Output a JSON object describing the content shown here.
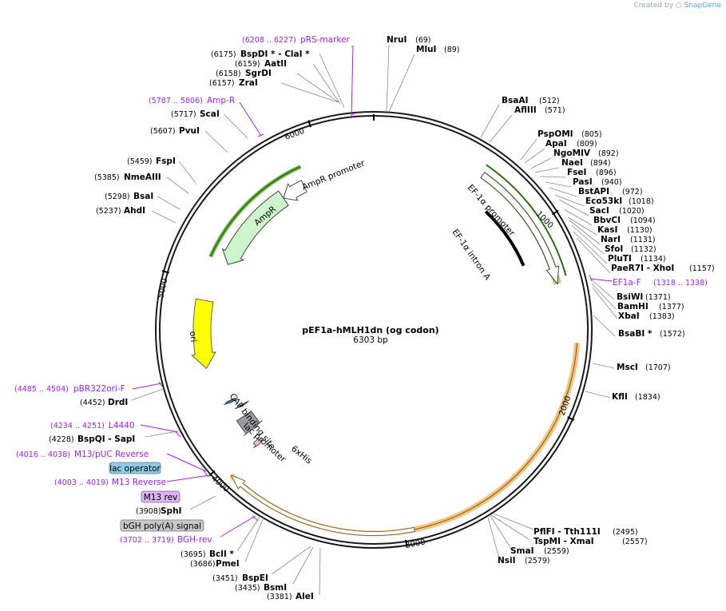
{
  "credit": {
    "prefix": "Created by",
    "brand": "SnapGene"
  },
  "plasmid": {
    "name": "pEF1a-hMLH1dn (og codon)",
    "size": "6303 bp",
    "length": 6303
  },
  "ticks": [
    "1000",
    "2000",
    "3000",
    "4000",
    "5000",
    "6000"
  ],
  "enzymes": [
    {
      "name": "NruI",
      "pos": "(69)"
    },
    {
      "name": "MluI",
      "pos": "(89)"
    },
    {
      "name": "BsaAI",
      "pos": "(512)"
    },
    {
      "name": "AflIII",
      "pos": "(571)"
    },
    {
      "name": "PspOMI",
      "pos": "(805)"
    },
    {
      "name": "ApaI",
      "pos": "(809)"
    },
    {
      "name": "NgoMIV",
      "pos": "(892)"
    },
    {
      "name": "NaeI",
      "pos": "(894)"
    },
    {
      "name": "FseI",
      "pos": "(896)"
    },
    {
      "name": "PasI",
      "pos": "(940)"
    },
    {
      "name": "BstAPI",
      "pos": "(972)"
    },
    {
      "name": "Eco53kI",
      "pos": "(1018)"
    },
    {
      "name": "SacI",
      "pos": "(1020)"
    },
    {
      "name": "BbvCI",
      "pos": "(1094)"
    },
    {
      "name": "KasI",
      "pos": "(1130)"
    },
    {
      "name": "NarI",
      "pos": "(1131)"
    },
    {
      "name": "SfoI",
      "pos": "(1132)"
    },
    {
      "name": "PluTI",
      "pos": "(1134)"
    },
    {
      "name": "PaeR7I  - XhoI",
      "pos": "(1157)"
    },
    {
      "name": "BsiWI",
      "pos": "(1371)"
    },
    {
      "name": "BamHI",
      "pos": "(1377)"
    },
    {
      "name": "XbaI",
      "pos": "(1383)"
    },
    {
      "name": "BsaBI *",
      "pos": "(1572)"
    },
    {
      "name": "MscI",
      "pos": "(1707)"
    },
    {
      "name": "KflI",
      "pos": "(1834)"
    },
    {
      "name": "PflFI  - Tth111I",
      "pos": "(2495)"
    },
    {
      "name": "TspMI  - XmaI",
      "pos": "(2557)"
    },
    {
      "name": "SmaI",
      "pos": "(2559)"
    },
    {
      "name": "NsiI",
      "pos": "(2579)"
    },
    {
      "name": "AleI",
      "pos": "(3381)"
    },
    {
      "name": "BsmI",
      "pos": "(3435)"
    },
    {
      "name": "BspEI",
      "pos": "(3451)"
    },
    {
      "name": "PmeI",
      "pos": "(3686)"
    },
    {
      "name": "BclI *",
      "pos": "(3695)"
    },
    {
      "name": "SphI",
      "pos": "(3908)"
    },
    {
      "name": "BspQI  - SapI",
      "pos": "(4228)"
    },
    {
      "name": "DrdI",
      "pos": "(4452)"
    },
    {
      "name": "AhdI",
      "pos": "(5237)"
    },
    {
      "name": "BsaI",
      "pos": "(5298)"
    },
    {
      "name": "NmeAIII",
      "pos": "(5385)"
    },
    {
      "name": "FspI",
      "pos": "(5459)"
    },
    {
      "name": "PvuI",
      "pos": "(5607)"
    },
    {
      "name": "ScaI",
      "pos": "(5717)"
    },
    {
      "name": "ZraI",
      "pos": "(6157)"
    },
    {
      "name": "SgrDI",
      "pos": "(6158)"
    },
    {
      "name": "AatII",
      "pos": "(6159)"
    },
    {
      "name": "BspDI *  - ClaI *",
      "pos": "(6175)"
    }
  ],
  "primers": [
    {
      "name": "pRS-marker",
      "range": "(6208 .. 6227)"
    },
    {
      "name": "Amp-R",
      "range": "(5787 .. 5806)"
    },
    {
      "name": "EF1a-F",
      "range": "(1318 .. 1338)"
    },
    {
      "name": "pBR322ori-F",
      "range": "(4485 .. 4504)"
    },
    {
      "name": "L4440",
      "range": "(4234 .. 4251)"
    },
    {
      "name": "M13/pUC Reverse",
      "range": "(4016 .. 4038)"
    },
    {
      "name": "M13 Reverse",
      "range": "(4003 .. 4019)"
    },
    {
      "name": "BGH-rev",
      "range": "(3702 .. 3719)"
    }
  ],
  "feature_boxes": [
    "lac operator",
    "M13 rev",
    "bGH poly(A) signal"
  ],
  "features": [
    "AmpR promoter",
    "AmpR",
    "ori",
    "EF-1α promoter",
    "EF-1α intron A",
    "CAP binding site",
    "lac promoter",
    "6xHis"
  ],
  "colors": {
    "backbone": "#1a1a1a",
    "ampr": "#ccf5cc",
    "ori": "#ffff00",
    "orf_highlight": "#f5c27a",
    "primer": "#a020f0",
    "promoter": "#ffffff",
    "lac_operator": "#8ecae6",
    "m13_rev": "#dcb4f0",
    "bgh": "#c8c8c8",
    "his": "#f2b6c6"
  }
}
